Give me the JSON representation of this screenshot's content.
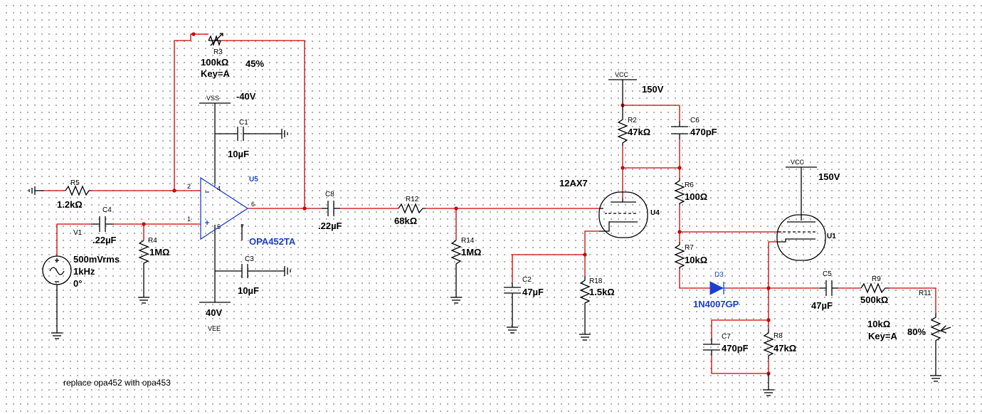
{
  "components": {
    "r3": {
      "ref": "R3",
      "value": "100kΩ",
      "key": "Key=A",
      "percent": "45%"
    },
    "vss": {
      "label": "VSS",
      "voltage": "-40V"
    },
    "c1": {
      "ref": "C1",
      "value": "10µF"
    },
    "u5": {
      "ref": "U5",
      "part": "OPA452TA",
      "pins": [
        "2",
        "1",
        "4",
        "5",
        "6",
        "7"
      ]
    },
    "r5": {
      "ref": "R5",
      "value": "1.2kΩ"
    },
    "c4": {
      "ref": "C4",
      "value": ".22µF"
    },
    "v1": {
      "ref": "V1",
      "amplitude": "500mVrms",
      "frequency": "1kHz",
      "phase": "0°"
    },
    "r4": {
      "ref": "R4",
      "value": "1MΩ"
    },
    "c3": {
      "ref": "C3",
      "value": "10µF"
    },
    "vee": {
      "label": "VEE",
      "voltage": "40V"
    },
    "c8": {
      "ref": "C8",
      "value": ".22µF"
    },
    "r12": {
      "ref": "R12",
      "value": "68kΩ"
    },
    "r14": {
      "ref": "R14",
      "value": "1MΩ"
    },
    "u4": {
      "ref": "U4",
      "part": "12AX7"
    },
    "c2": {
      "ref": "C2",
      "value": "47µF"
    },
    "r18": {
      "ref": "R18",
      "value": "1.5kΩ"
    },
    "vcc1": {
      "label": "VCC",
      "voltage": "150V"
    },
    "r2": {
      "ref": "R2",
      "value": "47kΩ"
    },
    "c6": {
      "ref": "C6",
      "value": "470pF"
    },
    "r6": {
      "ref": "R6",
      "value": "100Ω"
    },
    "vcc2": {
      "label": "VCC",
      "voltage": "150V"
    },
    "u1": {
      "ref": "U1"
    },
    "r7": {
      "ref": "R7",
      "value": "10kΩ"
    },
    "d3": {
      "ref": "D3",
      "part": "1N4007GP"
    },
    "c5": {
      "ref": "C5",
      "value": "47µF"
    },
    "r9": {
      "ref": "R9",
      "value": "500kΩ"
    },
    "r11": {
      "ref": "R11",
      "value": "10kΩ",
      "key": "Key=A",
      "percent": "80%"
    },
    "c7": {
      "ref": "C7",
      "value": "470pF"
    },
    "r8": {
      "ref": "R8",
      "value": "47kΩ"
    }
  },
  "note": "replace opa452 with opa453",
  "colors": {
    "wire": "#cc0000",
    "component": "#000000",
    "active_part": "#1a3fd0",
    "grid_dot": "#9a9a9a"
  }
}
